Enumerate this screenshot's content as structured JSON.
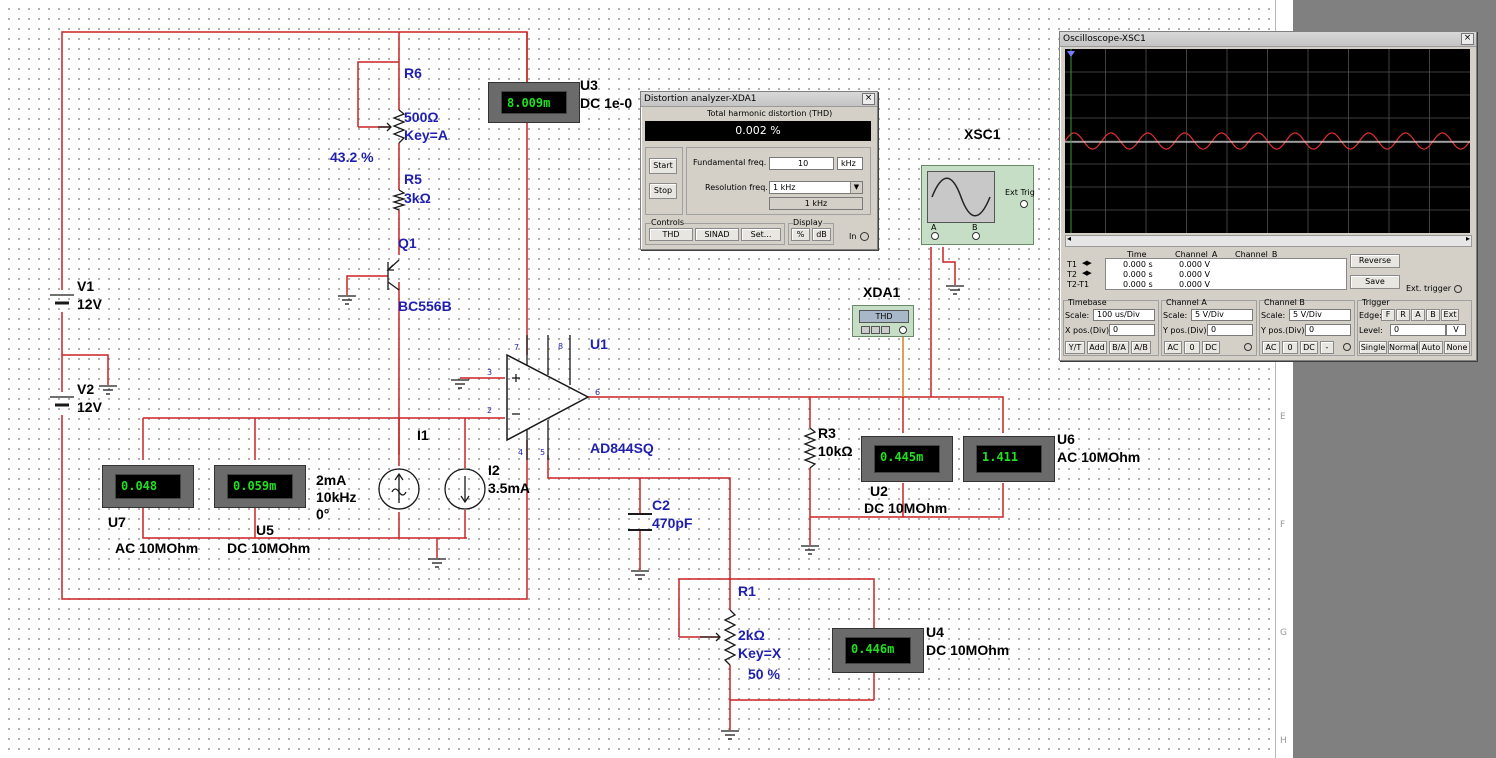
{
  "ruler": [
    "E",
    "F",
    "G",
    "H"
  ],
  "labels": {
    "r6": "R6",
    "r6_value": "500Ω",
    "r6_key": "Key=A",
    "r6_percent": "43.2 %",
    "r5": "R5",
    "r5_value": "3kΩ",
    "q1": "Q1",
    "q1_model": "BC556B",
    "v1": "V1",
    "v1_value": "12V",
    "v2": "V2",
    "v2_value": "12V",
    "u3": "U3",
    "u3_mode": "DC  1e-0",
    "u1": "U1",
    "u1_model": "AD844SQ",
    "i1": "I1",
    "i1_amp": "2mA",
    "i1_freq": "10kHz",
    "i1_phase": "0°",
    "i2": "I2",
    "i2_value": "3.5mA",
    "u7": "U7",
    "u7_mode": "AC  10MOhm",
    "u5": "U5",
    "u5_mode": "DC  10MOhm",
    "c2": "C2",
    "c2_value": "470pF",
    "r1": "R1",
    "r1_value": "2kΩ",
    "r1_key": "Key=X",
    "r1_percent": "50 %",
    "r3": "R3",
    "r3_value": "10kΩ",
    "u2": "U2",
    "u2_mode": "DC  10MOhm",
    "u6": "U6",
    "u6_mode": "AC  10MOhm",
    "u4": "U4",
    "u4_mode": "DC  10MOhm",
    "xda1": "XDA1",
    "xsc1": "XSC1"
  },
  "pins": {
    "p7": "7",
    "p8": "8",
    "p3": "3",
    "p2": "2",
    "p6": "6",
    "p4": "4",
    "p5": "5"
  },
  "meters": {
    "u3": "8.009m",
    "u7": "0.048",
    "u5": "0.059m",
    "u2": "0.445m",
    "u6": "1.411",
    "u4": "0.446m"
  },
  "xda_instrument": {
    "label": "THD"
  },
  "xsc_instrument": {
    "ext_trig": "Ext Trig",
    "a": "A",
    "b": "B"
  },
  "distortion": {
    "title": "Distortion analyzer-XDA1",
    "close": "×",
    "thd_label": "Total harmonic distortion (THD)",
    "thd_value": "0.002 %",
    "start": "Start",
    "stop": "Stop",
    "fund_label": "Fundamental freq.",
    "fund_value": "10",
    "fund_unit": "kHz",
    "res_label": "Resolution freq.",
    "res_value": "1 kHz",
    "res_readout": "1 kHz",
    "controls_label": "Controls",
    "thd_btn": "THD",
    "sinad_btn": "SINAD",
    "set_btn": "Set...",
    "display_label": "Display",
    "pct_btn": "%",
    "db_btn": "dB",
    "in_label": "In"
  },
  "scope": {
    "title": "Oscilloscope-XSC1",
    "close": "×",
    "cursor_headers": {
      "time": "Time",
      "cha": "Channel_A",
      "chb": "Channel_B"
    },
    "rows": [
      {
        "name": "T1",
        "time": "0.000 s",
        "cha": "0.000 V"
      },
      {
        "name": "T2",
        "time": "0.000 s",
        "cha": "0.000 V"
      },
      {
        "name": "T2-T1",
        "time": "0.000 s",
        "cha": "0.000 V"
      }
    ],
    "reverse": "Reverse",
    "save": "Save",
    "ext_trigger": "Ext. trigger",
    "timebase": {
      "title": "Timebase",
      "scale_label": "Scale:",
      "scale": "100 us/Div",
      "pos_label": "X pos.(Div):",
      "pos": "0",
      "buttons": [
        "Y/T",
        "Add",
        "B/A",
        "A/B"
      ]
    },
    "channel_a": {
      "title": "Channel A",
      "scale_label": "Scale:",
      "scale": "5  V/Div",
      "pos_label": "Y pos.(Div):",
      "pos": "0",
      "buttons": [
        "AC",
        "0",
        "DC"
      ]
    },
    "channel_b": {
      "title": "Channel B",
      "scale_label": "Scale:",
      "scale": "5  V/Div",
      "pos_label": "Y pos.(Div):",
      "pos": "0",
      "buttons": [
        "AC",
        "0",
        "DC",
        "-"
      ]
    },
    "trigger": {
      "title": "Trigger",
      "edge_label": "Edge:",
      "edge_buttons": [
        "F",
        "R",
        "A",
        "B",
        "Ext"
      ],
      "level_label": "Level:",
      "level": "0",
      "level_unit": "V",
      "buttons": [
        "Single",
        "Normal",
        "Auto",
        "None"
      ]
    },
    "trace": {
      "cycles": 11,
      "amplitude_div": 0.35
    }
  },
  "colors": {
    "wire": "#cc2222",
    "label": "#1f1fb0",
    "lcd_text": "#20e020",
    "trace": "#e03030"
  }
}
